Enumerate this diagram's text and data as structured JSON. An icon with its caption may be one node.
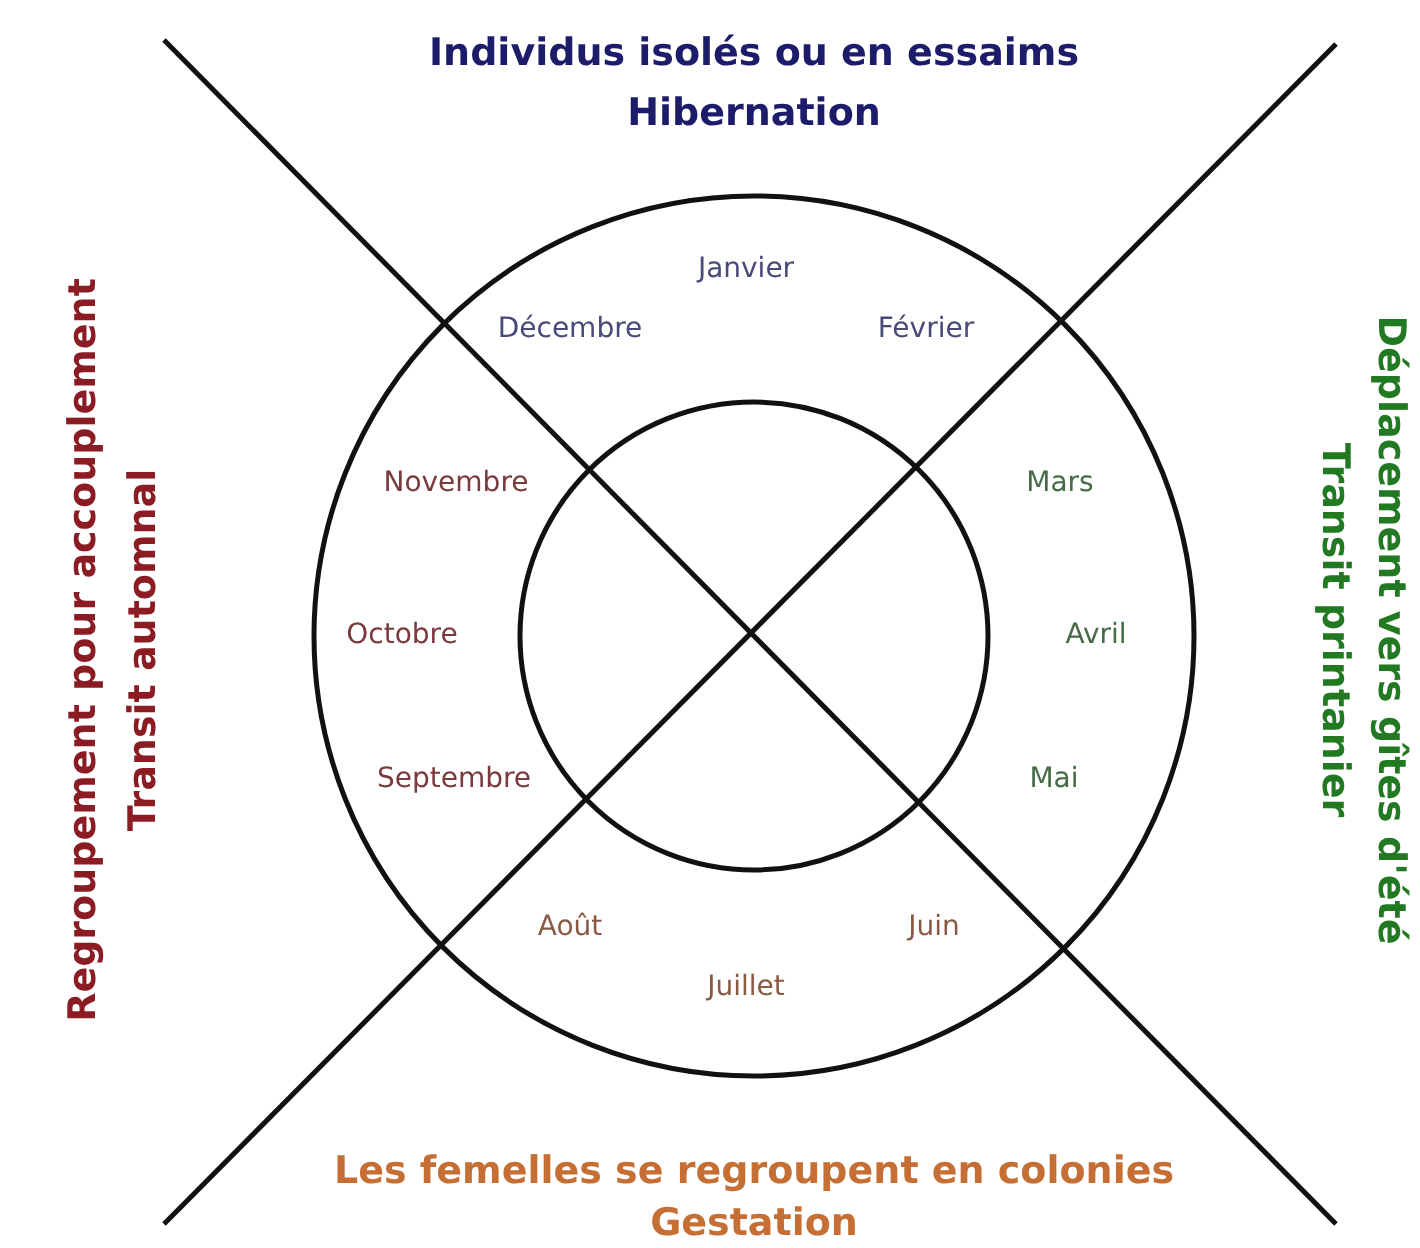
{
  "diagram": {
    "labels": [
      "Individus isolés ou en essaims",
      "Hibernation",
      "Regroupement pour accouplement",
      "Transit automnal",
      "Janvier",
      "Décembre",
      "Février",
      "Novembre",
      "Mars",
      "Octobre",
      "Avril",
      "Septembre",
      "Mai",
      "Août",
      "Juin",
      "Juillet",
      "Déplacement vers gîtes d'été",
      "Transit printanier",
      "Les femelles se regroupent en colonies",
      "Gestation"
    ]
  }
}
